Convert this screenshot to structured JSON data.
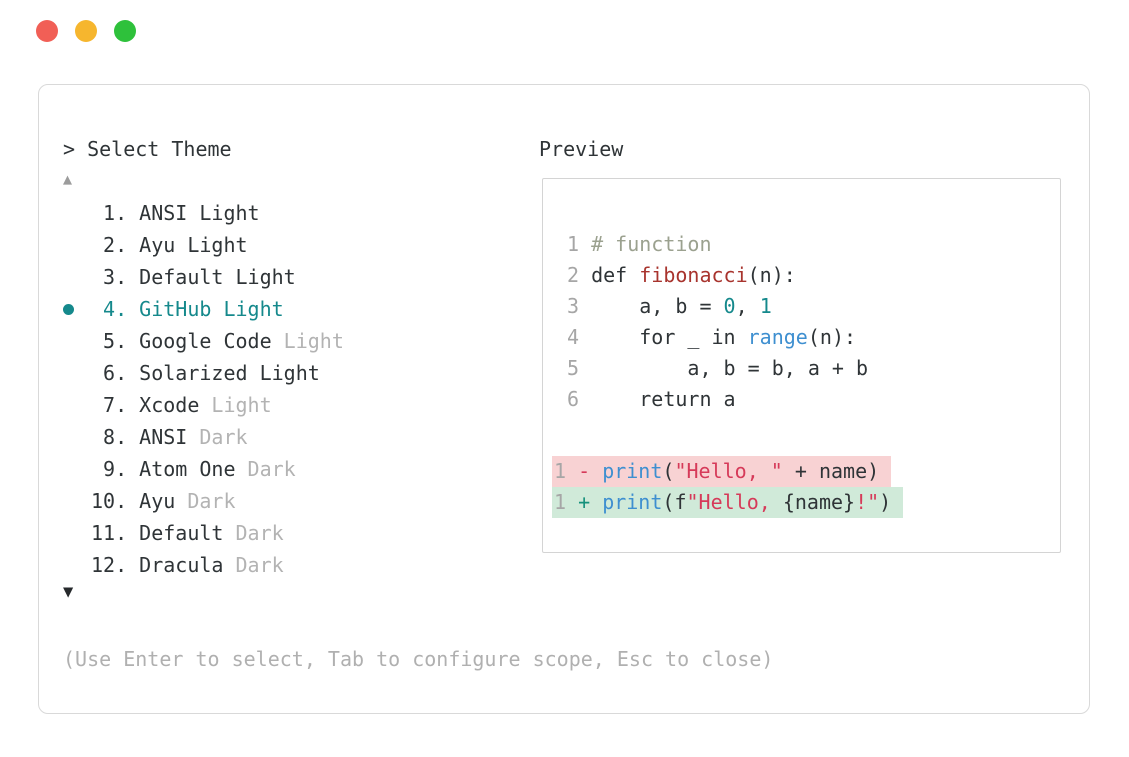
{
  "window_controls": {
    "buttons": [
      {
        "name": "close",
        "color": "#f15f56"
      },
      {
        "name": "minimize",
        "color": "#f6b62e"
      },
      {
        "name": "zoom",
        "color": "#2ec13b"
      }
    ]
  },
  "theme_selector": {
    "prompt": "> Select Theme",
    "scroll_up_indicator": "▲",
    "scroll_down_indicator": "▼",
    "items": [
      {
        "num": "1.",
        "name": "ANSI",
        "suffix": "Light",
        "suffix_gray": false,
        "selected": false
      },
      {
        "num": "2.",
        "name": "Ayu",
        "suffix": "Light",
        "suffix_gray": false,
        "selected": false
      },
      {
        "num": "3.",
        "name": "Default",
        "suffix": "Light",
        "suffix_gray": false,
        "selected": false
      },
      {
        "num": "4.",
        "name": "GitHub",
        "suffix": "Light",
        "suffix_gray": false,
        "selected": true
      },
      {
        "num": "5.",
        "name": "Google Code",
        "suffix": "Light",
        "suffix_gray": true,
        "selected": false
      },
      {
        "num": "6.",
        "name": "Solarized",
        "suffix": "Light",
        "suffix_gray": false,
        "selected": false
      },
      {
        "num": "7.",
        "name": "Xcode",
        "suffix": "Light",
        "suffix_gray": true,
        "selected": false
      },
      {
        "num": "8.",
        "name": "ANSI",
        "suffix": "Dark",
        "suffix_gray": true,
        "selected": false
      },
      {
        "num": "9.",
        "name": "Atom One",
        "suffix": "Dark",
        "suffix_gray": true,
        "selected": false
      },
      {
        "num": "10.",
        "name": "Ayu",
        "suffix": "Dark",
        "suffix_gray": true,
        "selected": false
      },
      {
        "num": "11.",
        "name": "Default",
        "suffix": "Dark",
        "suffix_gray": true,
        "selected": false
      },
      {
        "num": "12.",
        "name": "Dracula",
        "suffix": "Dark",
        "suffix_gray": true,
        "selected": false
      }
    ],
    "help_text": "(Use Enter to select, Tab to configure scope, Esc to close)"
  },
  "preview": {
    "label": "Preview",
    "code_lines": [
      {
        "ln": "1",
        "segments": [
          [
            "comment",
            "# function"
          ]
        ]
      },
      {
        "ln": "2",
        "segments": [
          [
            "fg",
            "def "
          ],
          [
            "func",
            "fibonacci"
          ],
          [
            "fg",
            "(n):"
          ]
        ]
      },
      {
        "ln": "3",
        "segments": [
          [
            "fg",
            "    a, b = "
          ],
          [
            "num",
            "0"
          ],
          [
            "fg",
            ", "
          ],
          [
            "num",
            "1"
          ]
        ]
      },
      {
        "ln": "4",
        "segments": [
          [
            "fg",
            "    for _ in "
          ],
          [
            "builtin",
            "range"
          ],
          [
            "fg",
            "(n):"
          ]
        ]
      },
      {
        "ln": "5",
        "segments": [
          [
            "fg",
            "        a, b = b, a + b"
          ]
        ]
      },
      {
        "ln": "6",
        "segments": [
          [
            "fg",
            "    return a"
          ]
        ]
      },
      {
        "blank": true
      },
      {
        "ln": "1",
        "diff": "removed",
        "segments": [
          [
            "minus",
            "- "
          ],
          [
            "builtin",
            "print"
          ],
          [
            "fg",
            "("
          ],
          [
            "str",
            "\"Hello, \""
          ],
          [
            "fg",
            " + name)"
          ]
        ]
      },
      {
        "ln": "1",
        "diff": "added",
        "segments": [
          [
            "plus",
            "+ "
          ],
          [
            "builtin",
            "print"
          ],
          [
            "fg",
            "(f"
          ],
          [
            "str",
            "\"Hello, "
          ],
          [
            "fg",
            "{name}"
          ],
          [
            "str",
            "!\""
          ],
          [
            "fg",
            ")"
          ]
        ]
      }
    ]
  },
  "colors": {
    "selection_teal": "#15898c",
    "text_dark": "#2f3437",
    "text_gray": "#b3b3b3",
    "help_gray": "#b0b0b0",
    "line_number_gray": "#a6a6a6",
    "comment": "#9ba18f",
    "function_name": "#a8342e",
    "number_literal": "#15898c",
    "builtin_blue": "#3e8fd0",
    "string_red": "#d63a59",
    "diff_plus_green": "#15917c",
    "diff_removed_bg": "#f8d2d3",
    "diff_added_bg": "#d0ead9",
    "border_gray": "#d9d9d9"
  }
}
